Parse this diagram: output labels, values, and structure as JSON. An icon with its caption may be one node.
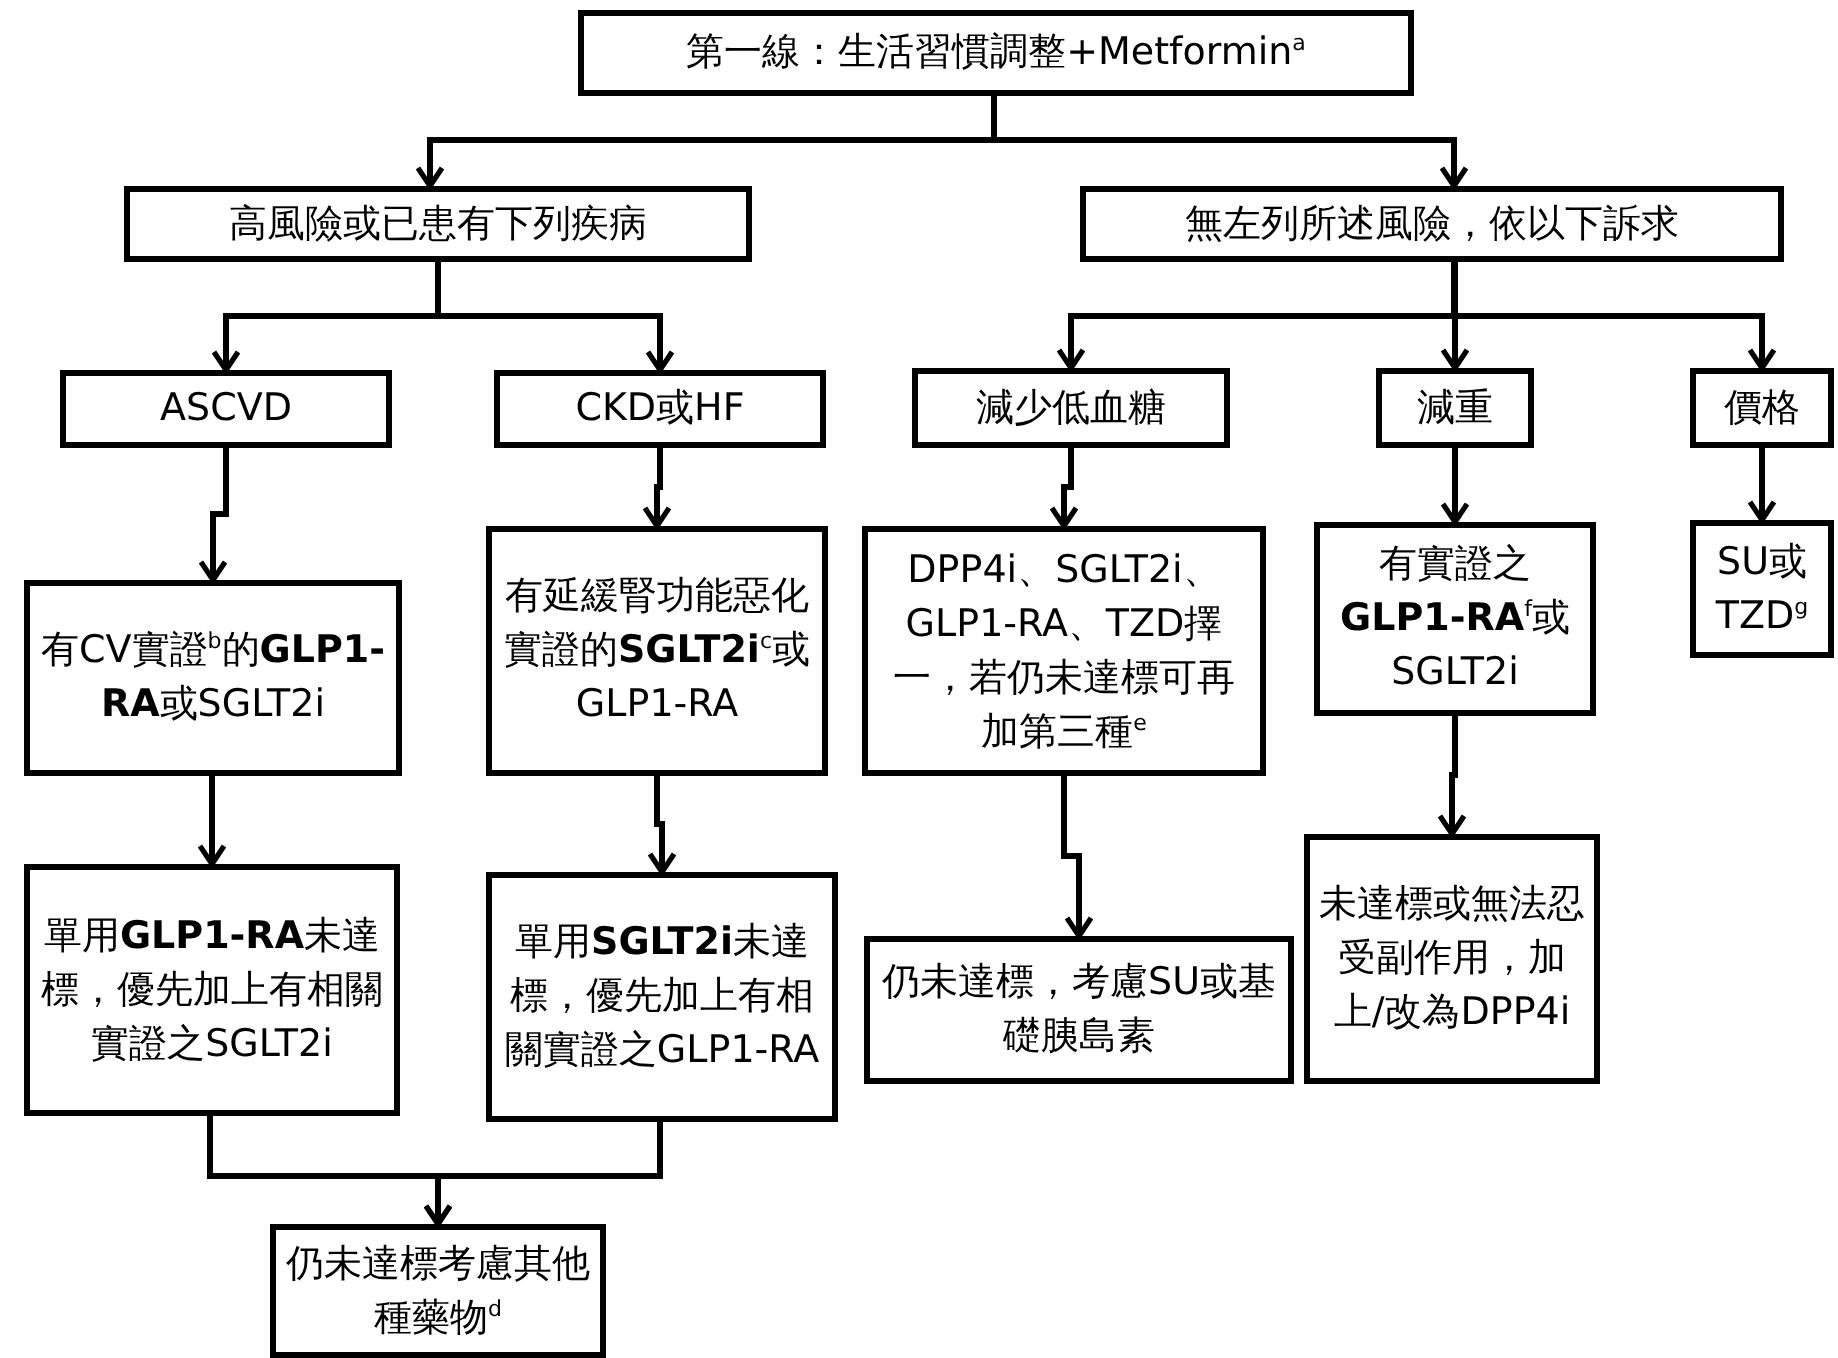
{
  "diagram": {
    "nodes": [
      {
        "text": [
          "第一線：生活習慣調整+Metformin$^{a}$"
        ]
      },
      {
        "text": [
          "高風險或已患有下列疾病"
        ]
      },
      {
        "text": [
          "無左列所述風險，依以下訴求"
        ]
      },
      {
        "text": [
          "ASCVD"
        ]
      },
      {
        "text": [
          "CKD或HF"
        ]
      },
      {
        "text": [
          "減少低血糖"
        ]
      },
      {
        "text": [
          "減重"
        ]
      },
      {
        "text": [
          "價格"
        ]
      },
      {
        "text": [
          "有CV實證$^{b}$的**GLP1-RA**或SGLT2i"
        ]
      },
      {
        "text": [
          "有延緩腎功能惡化實證的**SGLT2i**$^{c}$或GLP1-RA"
        ]
      },
      {
        "text": [
          "DPP4i、SGLT2i、GLP1-RA、TZD擇一，若仍未達標可再加第三種$^{e}$"
        ]
      },
      {
        "text": [
          "有實證之**GLP1-RA**$^{f}$或SGLT2i"
        ]
      },
      {
        "text": [
          "SU或TZD$^{g}$"
        ]
      },
      {
        "text": [
          "單用**GLP1-RA**未達標，優先加上有相關實證之SGLT2i"
        ]
      },
      {
        "text": [
          "單用**SGLT2i**未達標，優先加上有相關實證之GLP1-RA"
        ]
      },
      {
        "text": [
          "仍未達標，考慮SU或基礎胰島素"
        ]
      },
      {
        "text": [
          "未達標或無法忍受副作用，加上/改為DPP4i"
        ]
      },
      {
        "text": [
          "仍未達標考慮其他種藥物$^{d}$"
        ]
      }
    ],
    "edges": [
      {
        "from": 0,
        "to": 1,
        "arrow": "to"
      },
      {
        "from": 0,
        "to": 2,
        "arrow": "to"
      },
      {
        "from": 1,
        "to": 3,
        "arrow": "to"
      },
      {
        "from": 1,
        "to": 4,
        "arrow": "to"
      },
      {
        "from": 2,
        "to": 5,
        "arrow": "to"
      },
      {
        "from": 2,
        "to": 6,
        "arrow": "to"
      },
      {
        "from": 2,
        "to": 7,
        "arrow": "to"
      },
      {
        "from": 3,
        "to": 8,
        "arrow": "to"
      },
      {
        "from": 4,
        "to": 9,
        "arrow": "to"
      },
      {
        "from": 5,
        "to": 10,
        "arrow": "to"
      },
      {
        "from": 6,
        "to": 11,
        "arrow": "to"
      },
      {
        "from": 7,
        "to": 12,
        "arrow": "to"
      },
      {
        "from": 8,
        "to": 13,
        "arrow": "to"
      },
      {
        "from": 9,
        "to": 14,
        "arrow": "to"
      },
      {
        "from": 10,
        "to": 15,
        "arrow": "to"
      },
      {
        "from": 11,
        "to": 16,
        "arrow": "to"
      },
      {
        "from": 13,
        "to": 17,
        "arrow": "to"
      },
      {
        "from": 14,
        "to": 17,
        "arrow": "to"
      }
    ]
  }
}
